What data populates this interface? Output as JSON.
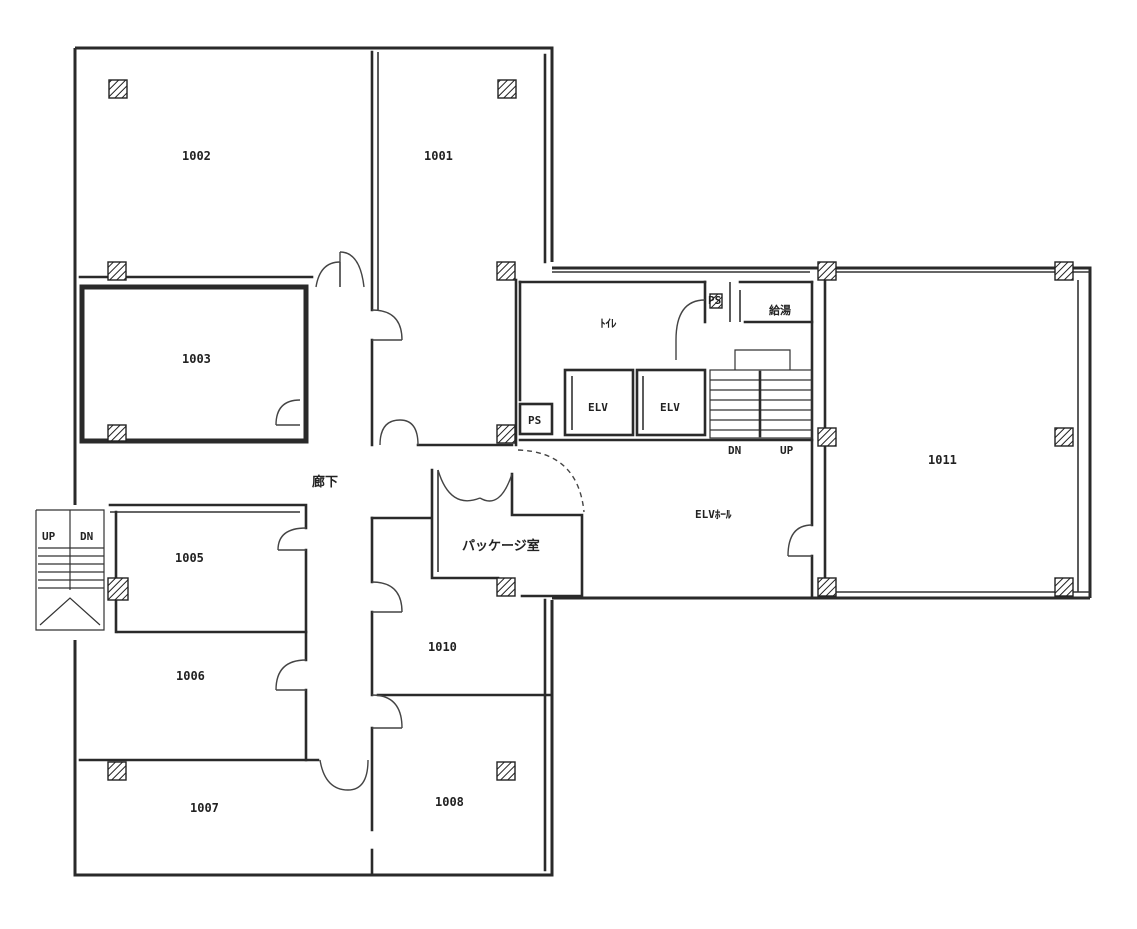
{
  "rooms": {
    "r1001": "1001",
    "r1002": "1002",
    "r1003": "1003",
    "r1005": "1005",
    "r1006": "1006",
    "r1007": "1007",
    "r1008": "1008",
    "r1010": "1010",
    "r1011": "1011"
  },
  "labels": {
    "corridor": "廊下",
    "toilet": "ﾄｲﾚ",
    "ps_small": "PS",
    "ps": "PS",
    "kyuto": "給湯",
    "elv1": "ELV",
    "elv2": "ELV",
    "elv_hall": "ELVﾎｰﾙ",
    "package": "パッケージ室",
    "stair_left_up": "UP",
    "stair_left_dn": "DN",
    "stair_right_dn": "DN",
    "stair_right_up": "UP"
  }
}
